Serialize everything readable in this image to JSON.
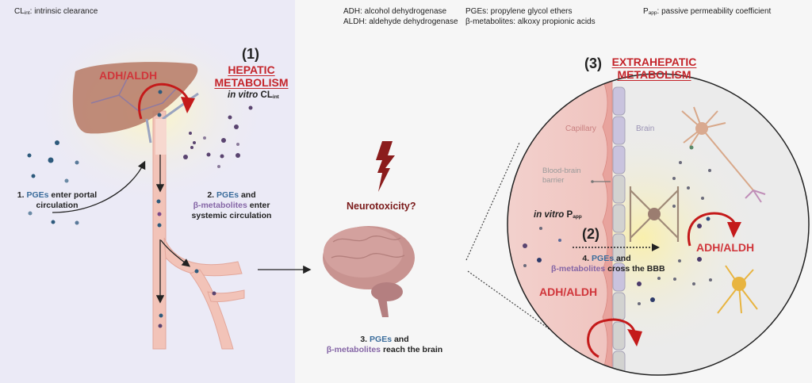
{
  "legend": {
    "clint": {
      "symbol": "CL",
      "sub": "int",
      "text": ": intrinsic clearance"
    },
    "adh": "ADH: alcohol dehydrogenase",
    "aldh": "ALDH: aldehyde dehydrogenase",
    "pges": "PGEs: propylene glycol ethers",
    "beta": "β-metabolites: alkoxy propionic acids",
    "papp": {
      "symbol": "P",
      "sub": "app",
      "text": ": passive permeability coefficient"
    }
  },
  "hepatic": {
    "number": "(1)",
    "title_line1": "HEPATIC",
    "title_line2": "METABOLISM",
    "invitro_italic": "in vitro",
    "invitro_symbol": "CL",
    "invitro_sub": "int",
    "enzyme": "ADH/ALDH"
  },
  "steps": {
    "step1": {
      "prefix": "1. ",
      "pge": "PGEs",
      "suffix": " enter portal",
      "line2": "circulation"
    },
    "step2": {
      "prefix": "2. ",
      "pge": "PGEs",
      "suffix": " and",
      "beta": "β-metabolites",
      "suffix2": " enter",
      "line3": "systemic circulation"
    },
    "step3": {
      "prefix": "3. ",
      "pge": "PGEs",
      "suffix": " and",
      "beta": "β-metabolites",
      "suffix2": " reach the brain"
    },
    "step4": {
      "prefix": "4. ",
      "pge": "PGEs",
      "suffix": " and",
      "beta": "β-metabolites",
      "suffix2": " cross the BBB"
    }
  },
  "neurotoxicity": "Neurotoxicity?",
  "extrahepatic": {
    "number": "(3)",
    "title_line1": "EXTRAHEPATIC",
    "title_line2": "METABOLISM",
    "capillary": "Capillary",
    "brain": "Brain",
    "bbb_line1": "Blood-brain",
    "bbb_line2": "barrier",
    "invitro_italic": "in vitro",
    "invitro_symbol": "P",
    "invitro_sub": "app",
    "permeability_number": "(2)",
    "enzyme_brain": "ADH/ALDH",
    "enzyme_capillary": "ADH/ALDH"
  },
  "colors": {
    "pge": "#3b6d9c",
    "beta": "#8566a6",
    "enzyme": "#d0353a",
    "arrow_red": "#c41a1a",
    "neurotox": "#7a1a1a",
    "vessel": "#f2c3b8",
    "liver": "#b9806b"
  }
}
